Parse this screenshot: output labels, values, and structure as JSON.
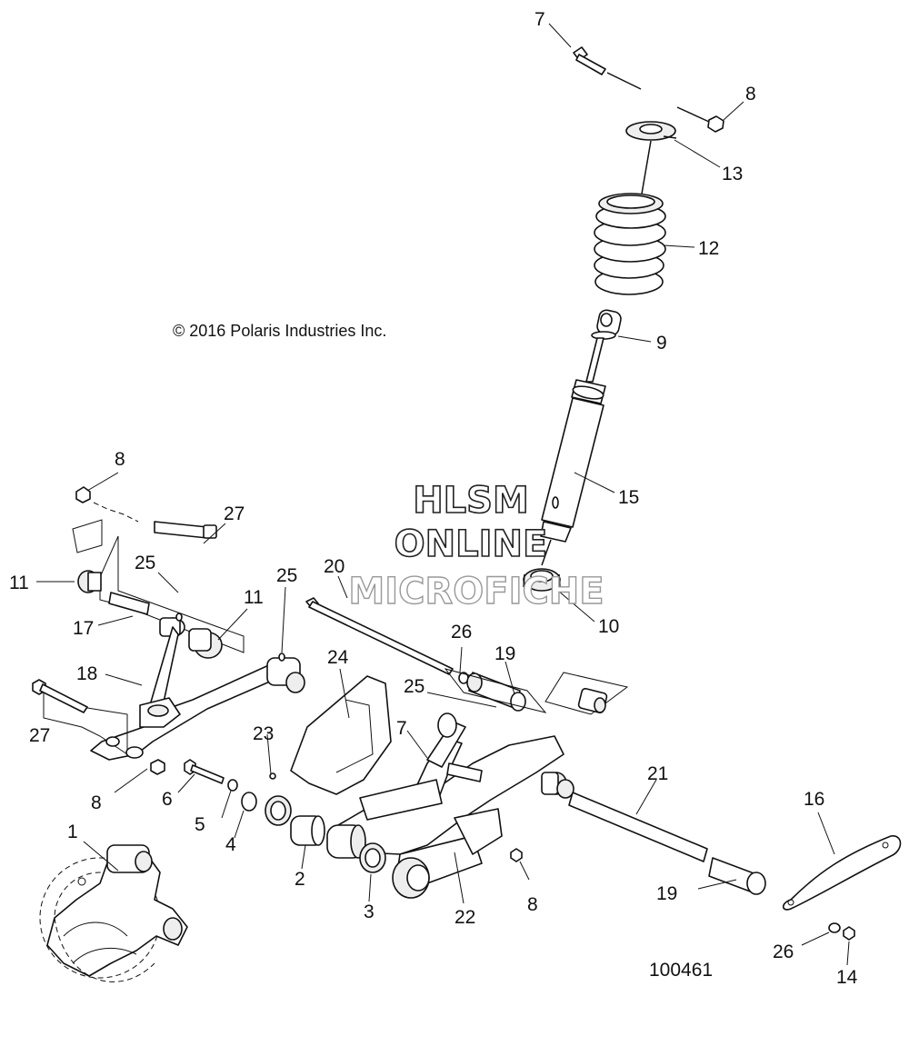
{
  "copyright": "© 2016 Polaris Industries Inc.",
  "drawing_number": "100461",
  "watermark": {
    "line1": "HLSM",
    "line2": "ONLINE",
    "line3": "MICROFICHE"
  },
  "callouts": {
    "c7a": "7",
    "c8a": "8",
    "c13": "13",
    "c12": "12",
    "c9": "9",
    "c15": "15",
    "c10": "10",
    "c8b": "8",
    "c27a": "27",
    "c25a": "25",
    "c11a": "11",
    "c25b": "25",
    "c11b": "11",
    "c17": "17",
    "c18": "18",
    "c27b": "27",
    "c20": "20",
    "c26a": "26",
    "c19a": "19",
    "c24": "24",
    "c25c": "25",
    "c7b": "7",
    "c23": "23",
    "c6": "6",
    "c5": "5",
    "c4": "4",
    "c8c": "8",
    "c8d": "8",
    "c1": "1",
    "c2": "2",
    "c3": "3",
    "c22": "22",
    "c21": "21",
    "c16": "16",
    "c19b": "19",
    "c26b": "26",
    "c14": "14"
  }
}
